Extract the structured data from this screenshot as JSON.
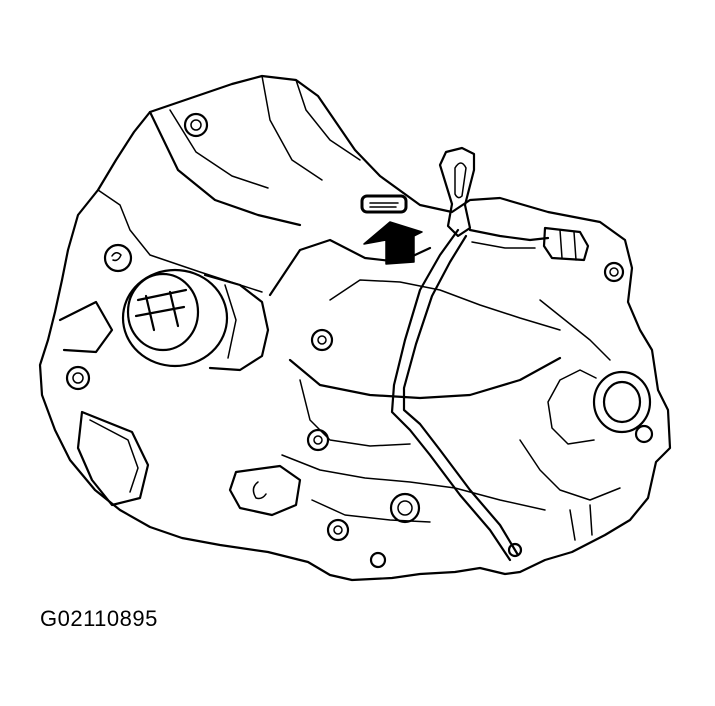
{
  "figure": {
    "code": "G02110895",
    "subject": "manual-transmission-assembly",
    "callout": "arrow-pointing-to-identification-label"
  },
  "colors": {
    "line": "#000000",
    "background": "#ffffff"
  }
}
